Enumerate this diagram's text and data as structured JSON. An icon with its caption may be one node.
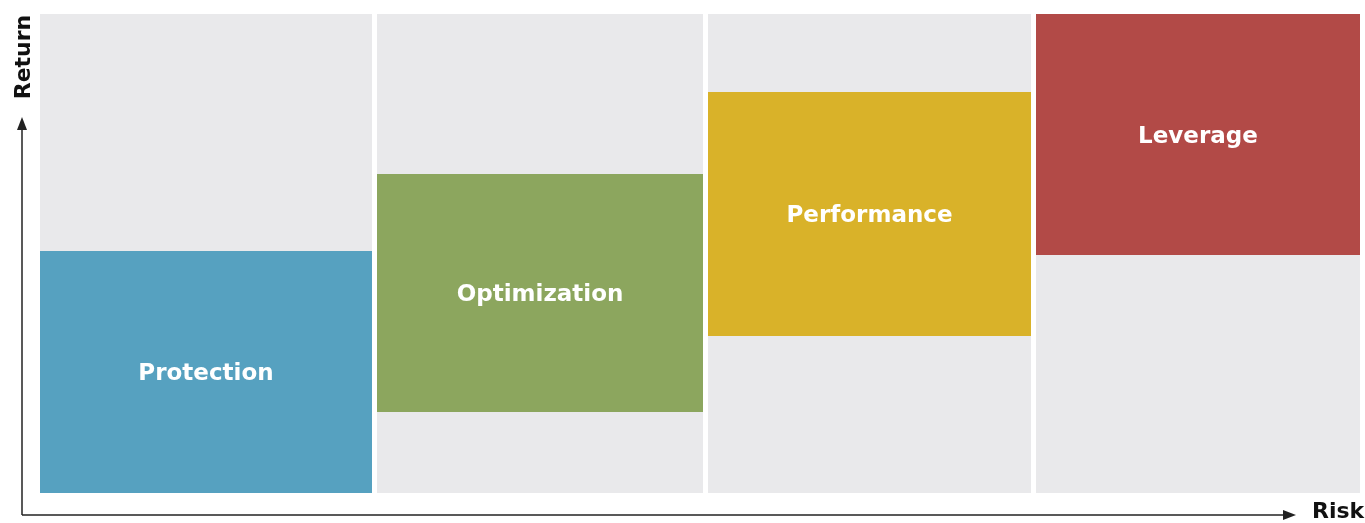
{
  "diagram": {
    "nodes": [
      {
        "text": [
          "Protection"
        ]
      },
      {
        "text": [
          "Optimization"
        ]
      },
      {
        "text": [
          "Performance"
        ]
      },
      {
        "text": [
          "Leverage"
        ]
      }
    ],
    "labels": [
      "Return",
      "Risk"
    ]
  }
}
